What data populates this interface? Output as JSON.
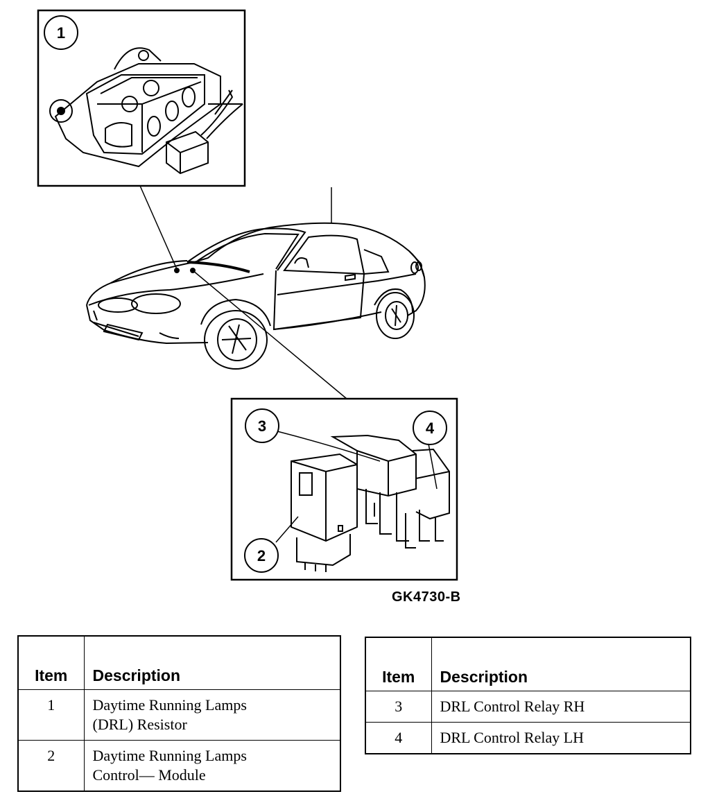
{
  "callouts": [
    "1",
    "2",
    "3",
    "4"
  ],
  "figure_id": "GK4730-B",
  "legend_left": {
    "headers": [
      "Item",
      "Description"
    ],
    "rows": [
      {
        "item": "1",
        "description_lines": [
          "Daytime Running Lamps",
          "(DRL) Resistor"
        ]
      },
      {
        "item": "2",
        "description_lines": [
          "Daytime Running Lamps",
          "Control— Module"
        ]
      }
    ]
  },
  "legend_right": {
    "headers": [
      "Item",
      "Description"
    ],
    "rows": [
      {
        "item": "3",
        "description": "DRL Control Relay RH"
      },
      {
        "item": "4",
        "description": "DRL Control Relay LH"
      }
    ]
  }
}
